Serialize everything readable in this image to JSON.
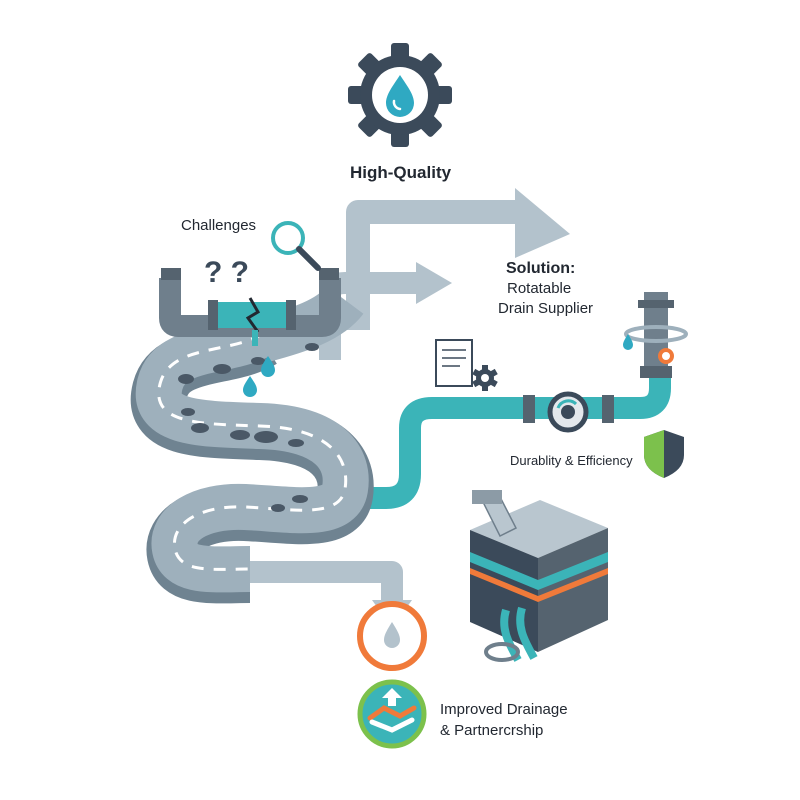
{
  "title": "High-Quality",
  "challenges": {
    "label": "Challenges",
    "question_marks": "?  ?"
  },
  "solution": {
    "heading": "Solution:",
    "line1": "Rotatable",
    "line2": "Drain Supplier"
  },
  "durability": {
    "label": "Durablity & Efficiency"
  },
  "outcome": {
    "line1": "Improved Drainage",
    "line2": "& Partnercrship"
  },
  "colors": {
    "road": "#9eb0bc",
    "road_edge": "#6f8391",
    "pipe": "#6f7f8c",
    "teal": "#3bb4b8",
    "arrow": "#b3c2cc",
    "gear": "#3b4a5a",
    "orange": "#f07a3a",
    "green": "#7cc14c",
    "drop": "#2fa9c2"
  },
  "icons": {
    "top": "gear-water-drop-icon",
    "challenges_search": "magnifier-icon",
    "broken_pipe": "broken-pipe-icon",
    "blueprint": "blueprint-gear-icon",
    "shield": "shield-icon",
    "valve": "valve-wheel-icon",
    "drain_unit": "drain-unit-icon",
    "target": "target-drop-icon",
    "handshake": "handshake-icon"
  }
}
